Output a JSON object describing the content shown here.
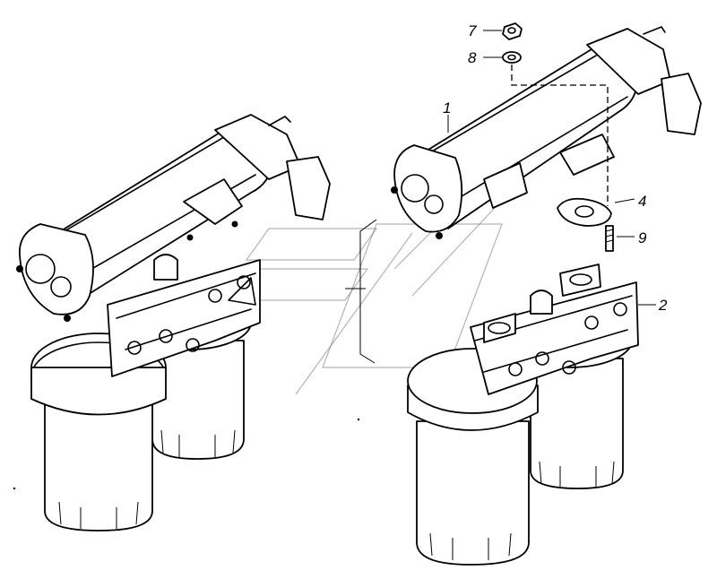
{
  "callouts": [
    {
      "id": "p1",
      "label": "1"
    },
    {
      "id": "p2",
      "label": "2"
    },
    {
      "id": "p4",
      "label": "4"
    },
    {
      "id": "p7",
      "label": "7"
    },
    {
      "id": "p8",
      "label": "8"
    },
    {
      "id": "p9",
      "label": "9"
    }
  ],
  "colors": {
    "ink": "#000000",
    "background": "#ffffff",
    "watermark": "#777777"
  }
}
